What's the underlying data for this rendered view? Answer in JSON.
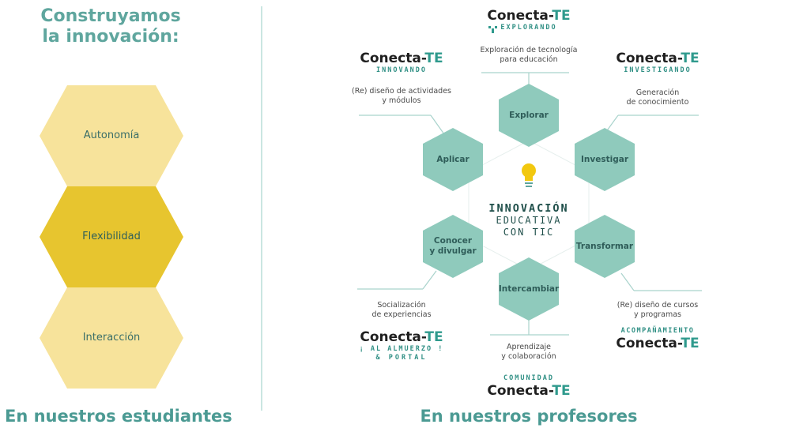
{
  "left": {
    "heading_line1": "Construyamos",
    "heading_line2": "la innovación:",
    "hexes": [
      "Autonomía",
      "Flexibilidad",
      "Interacción"
    ],
    "footer": "En nuestros estudiantes"
  },
  "right": {
    "center": {
      "line1": "INNOVACIÓN",
      "line2": "EDUCATIVA",
      "line3": "CON TIC"
    },
    "hexes": {
      "explorar": "Explorar",
      "aplicar": "Aplicar",
      "investigar": "Investigar",
      "conocer_line1": "Conocer",
      "conocer_line2": "y divulgar",
      "transformar": "Transformar",
      "intercambiar": "Intercambiar"
    },
    "programs": {
      "explorando": {
        "brand": "Conecta-",
        "te": "TE",
        "sub": "EXPLORANDO",
        "desc1": "Exploración de tecnología",
        "desc2": "para educación"
      },
      "innovando": {
        "brand": "Conecta-",
        "te": "TE",
        "sub": "INNOVANDO",
        "desc1": "(Re) diseño de actividades",
        "desc2": "y módulos"
      },
      "investigando": {
        "brand": "Conecta-",
        "te": "TE",
        "sub": "INVESTIGANDO",
        "desc1": "Generación",
        "desc2": "de conocimiento"
      },
      "almuerzo": {
        "brand": "Conecta-",
        "te": "TE",
        "sub": "¡ AL ALMUERZO !",
        "sub2": "& PORTAL",
        "desc1": "Socialización",
        "desc2": "de experiencias"
      },
      "comunidad": {
        "brand": "Conecta-",
        "te": "TE",
        "sub": "COMUNIDAD",
        "desc1": "Aprendizaje",
        "desc2": "y colaboración"
      },
      "acompanamiento": {
        "brand": "Conecta-",
        "te": "TE",
        "sub": "ACOMPAÑAMIENTO",
        "desc1": "(Re) diseño de cursos",
        "desc2": "y programas"
      }
    },
    "footer": "En nuestros profesores"
  },
  "colors": {
    "left_hex_light": "#f6e49a",
    "left_hex_mid": "#e8c72e",
    "teal_hex": "#8fcabc",
    "line": "#a9d3cc",
    "accent": "#2f9a8d"
  }
}
